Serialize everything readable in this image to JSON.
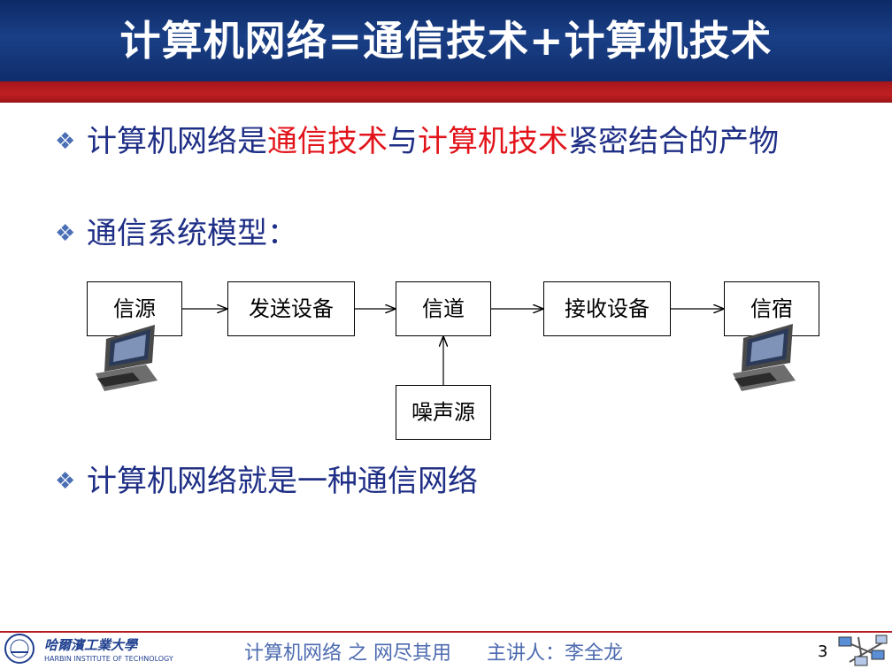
{
  "title": "计算机网络=通信技术+计算机技术",
  "bullets": {
    "b1": {
      "p1": "计算机网络是",
      "hl1": "通信技术",
      "p2": "与",
      "hl2": "计算机技术",
      "p3": "紧密结合的产物"
    },
    "b2": "通信系统模型：",
    "b3": "计算机网络就是一种通信网络"
  },
  "diagram": {
    "source": "信源",
    "transmitter": "发送设备",
    "channel": "信道",
    "receiver": "接收设备",
    "sink": "信宿",
    "noise": "噪声源"
  },
  "footer": {
    "university_cn": "哈爾濱工業大學",
    "university_en": "HARBIN INSTITUTE OF TECHNOLOGY",
    "course": "计算机网络 之 网尽其用",
    "lecturer": "主讲人：李全龙",
    "page": "3"
  },
  "colors": {
    "title_bg": "#1a3f86",
    "accent_red": "#c01f22",
    "bullet_text": "#1f2f86",
    "highlight": "#e2141b"
  }
}
